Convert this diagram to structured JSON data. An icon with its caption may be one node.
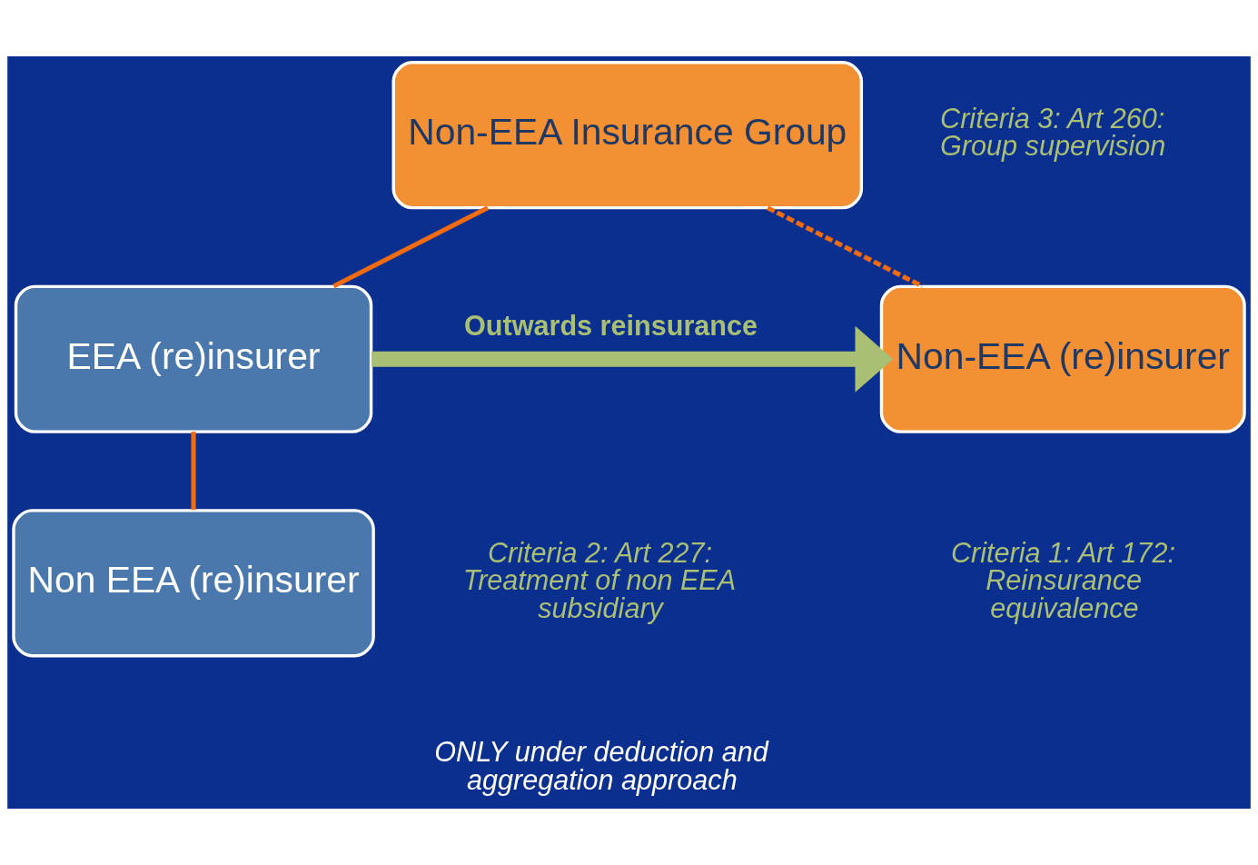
{
  "diagram": {
    "nodes": [
      {
        "text": [
          "Non-EEA Insurance Group"
        ],
        "beside": [
          "Criteria 3: Art 260: Group supervision"
        ]
      },
      {
        "text": [
          "EEA (re)insurer"
        ]
      },
      {
        "text": [
          "Non-EEA (re)insurer"
        ],
        "beside": [
          "Criteria 1: Art 172: Reinsurance equivalence"
        ]
      },
      {
        "text": [
          "Non EEA (re)insurer"
        ]
      }
    ],
    "edges": [
      {
        "from": 0,
        "to": 1,
        "arrow": "none"
      },
      {
        "from": 0,
        "to": 2,
        "arrow": "none",
        "style": "dashed"
      },
      {
        "from": 1,
        "to": 2,
        "arrow": "to",
        "label": "Outwards reinsurance",
        "style": "thick",
        "color": "#a9bf74"
      },
      {
        "from": 1,
        "to": 3,
        "arrow": "none"
      }
    ],
    "labels": [
      "Criteria 2: Art 227: Treatment of non EEA subsidiary",
      "ONLY under deduction and aggregation approach"
    ]
  }
}
